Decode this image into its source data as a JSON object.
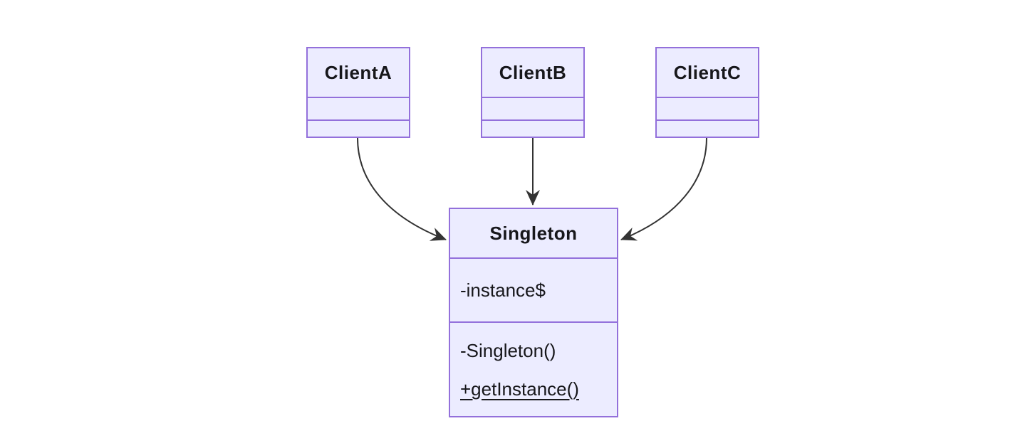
{
  "diagram": {
    "type": "uml-class-diagram",
    "pattern": "Singleton",
    "background": "#ffffff",
    "colors": {
      "node_fill": "#ECECFF",
      "node_border": "#9370DB",
      "edge": "#333333",
      "text": "#17171b"
    },
    "classes": [
      {
        "name": "ClientA",
        "attributes": [],
        "methods": []
      },
      {
        "name": "ClientB",
        "attributes": [],
        "methods": []
      },
      {
        "name": "ClientC",
        "attributes": [],
        "methods": []
      },
      {
        "name": "Singleton",
        "attributes": [
          {
            "label": "-instance$",
            "static": false
          }
        ],
        "methods": [
          {
            "label": "-Singleton()",
            "static": false
          },
          {
            "label": "+getInstance()",
            "static": true
          }
        ]
      }
    ],
    "edges": [
      {
        "from": "ClientA",
        "to": "Singleton",
        "style": "solid",
        "head": "arrow"
      },
      {
        "from": "ClientB",
        "to": "Singleton",
        "style": "solid",
        "head": "arrow"
      },
      {
        "from": "ClientC",
        "to": "Singleton",
        "style": "solid",
        "head": "arrow"
      }
    ]
  }
}
